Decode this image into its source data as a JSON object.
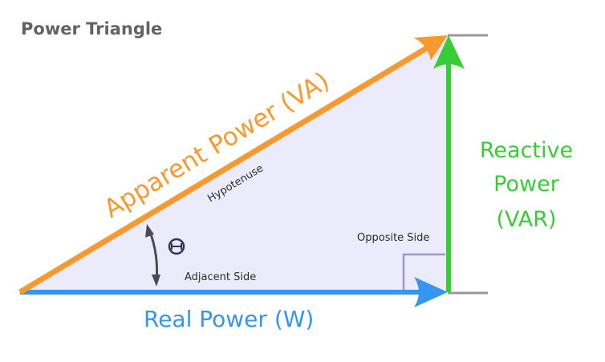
{
  "title": "Power Triangle",
  "colors": {
    "real": "#3596f2",
    "reactive": "#36cd36",
    "apparent": "#f7992d",
    "fill": "#ebebfc",
    "tick": "#999999",
    "right_angle": "#9d98cc",
    "theta_arrow": "#4a4a55",
    "title": "#636363"
  },
  "sides": {
    "hypotenuse": {
      "label": "Apparent Power (VA)",
      "caption": "Hypotenuse"
    },
    "adjacent": {
      "label": "Real Power (W)",
      "caption": "Adjacent Side"
    },
    "opposite": {
      "label_lines": [
        "Reactive",
        "Power",
        "(VAR)"
      ],
      "caption": "Opposite Side"
    }
  },
  "angle": {
    "symbol": "Θ"
  }
}
